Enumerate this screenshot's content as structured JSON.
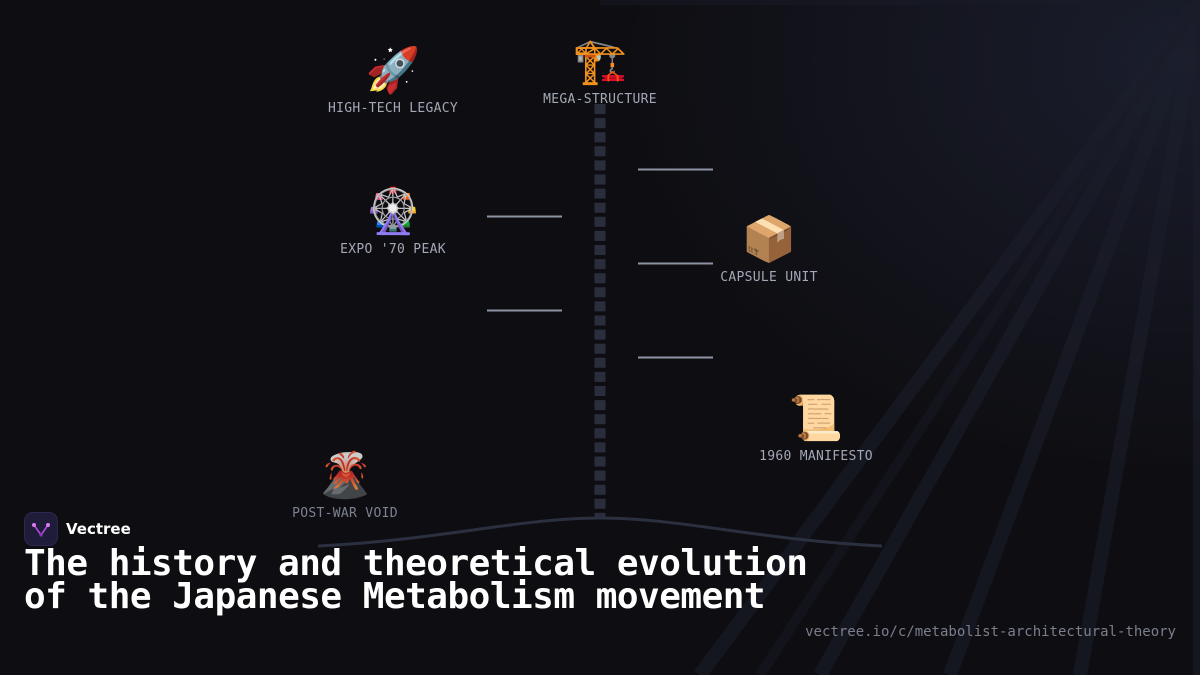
{
  "brand": {
    "name": "Vectree"
  },
  "title": "The history and theoretical evolution of the Japanese Metabolism movement",
  "url": "vectree.io/c/metabolist-architectural-theory",
  "colors": {
    "background": "#0e0e12",
    "spine": "#2a2e3c",
    "branch": "#8d93a3",
    "label": "#a3a7b6",
    "logo_accent": "#b14ad6"
  },
  "nodes": [
    {
      "id": "mega-structure",
      "icon": "🏗️",
      "label": "MEGA-STRUCTURE"
    },
    {
      "id": "high-tech-legacy",
      "icon": "🚀",
      "label": "HIGH-TECH LEGACY"
    },
    {
      "id": "expo-70-peak",
      "icon": "🎡",
      "label": "EXPO '70 PEAK"
    },
    {
      "id": "capsule-unit",
      "icon": "📦",
      "label": "CAPSULE UNIT"
    },
    {
      "id": "1960-manifesto",
      "icon": "📜",
      "label": "1960 MANIFESTO"
    },
    {
      "id": "post-war-void",
      "icon": "🌋",
      "label": "POST-WAR VOID"
    }
  ]
}
